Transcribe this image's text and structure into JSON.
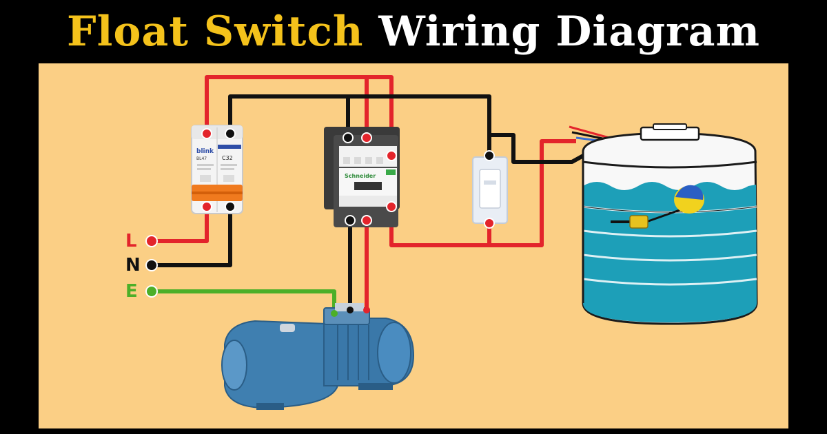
{
  "title": {
    "part1": "Float Switch",
    "part2": "Wiring Diagram"
  },
  "terminals": [
    {
      "label": "L",
      "color": "#e3242b"
    },
    {
      "label": "N",
      "color": "#111111"
    },
    {
      "label": "E",
      "color": "#4caf28"
    }
  ],
  "breaker": {
    "brand": "blink",
    "model": "BL47",
    "rating": "C32"
  },
  "contactor": {
    "brand": "Schneider"
  },
  "colors": {
    "live_wire": "#e3242b",
    "neutral_wire": "#111111",
    "earth_wire": "#4caf28",
    "background": "#fbcf85",
    "water": "#1d9fb8",
    "pump": "#3f7fb0"
  }
}
